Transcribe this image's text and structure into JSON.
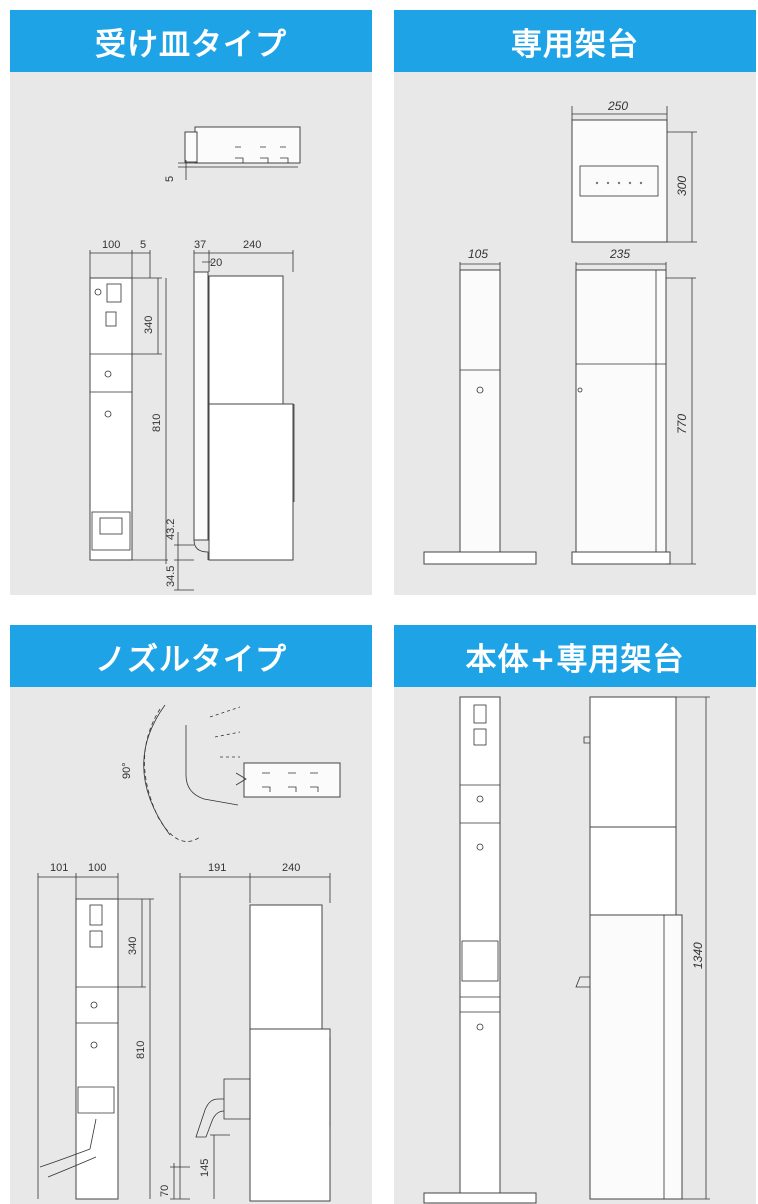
{
  "panels": {
    "p1": {
      "title": "受け皿タイプ",
      "dims": {
        "d5_top": "5",
        "d100": "100",
        "d5": "5",
        "d37": "37",
        "d240": "240",
        "d20": "20",
        "d340": "340",
        "d810": "810",
        "d432": "43.2",
        "d345": "34.5"
      }
    },
    "p2": {
      "title": "専用架台",
      "dims": {
        "d250": "250",
        "d300": "300",
        "d105": "105",
        "d235": "235",
        "d770": "770"
      }
    },
    "p3": {
      "title": "ノズルタイプ",
      "dims": {
        "d90": "90°",
        "d101": "101",
        "d100": "100",
        "d191": "191",
        "d240": "240",
        "d340": "340",
        "d810": "810",
        "d70": "70",
        "d145": "145"
      }
    },
    "p4": {
      "title": "本体+専用架台",
      "dims": {
        "d1340": "1340"
      }
    }
  },
  "colors": {
    "header": "#1ea3e6",
    "panel_bg": "#e8e8e8",
    "header_text": "#ffffff"
  }
}
